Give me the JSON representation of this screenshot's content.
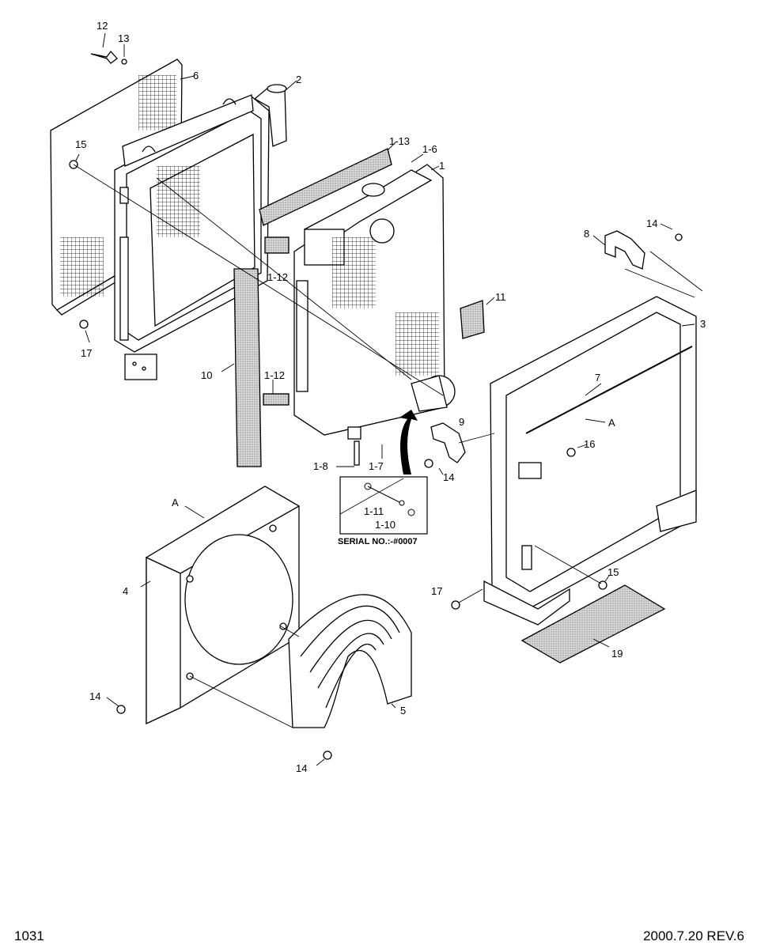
{
  "callouts": {
    "c12": "12",
    "c13": "13",
    "c6": "6",
    "c2": "2",
    "c15a": "15",
    "c1_13": "1-13",
    "c1_6": "1-6",
    "c1": "1",
    "c14a": "14",
    "c8": "8",
    "c1_12a": "1-12",
    "c11": "11",
    "c3": "3",
    "c17a": "17",
    "c10": "10",
    "c7": "7",
    "c1_12b": "1-12",
    "cA1": "A",
    "c9": "9",
    "c16": "16",
    "c1_8": "1-8",
    "c1_7": "1-7",
    "c14b": "14",
    "c1_11": "1-11",
    "c1_10": "1-10",
    "cA2": "A",
    "c4": "4",
    "c15b": "15",
    "c17b": "17",
    "c19": "19",
    "c14c": "14",
    "c5": "5",
    "c14d": "14"
  },
  "serial_note": "SERIAL NO.:-#0007",
  "footer": {
    "page_number": "1031",
    "revision": "2000.7.20 REV.6"
  }
}
